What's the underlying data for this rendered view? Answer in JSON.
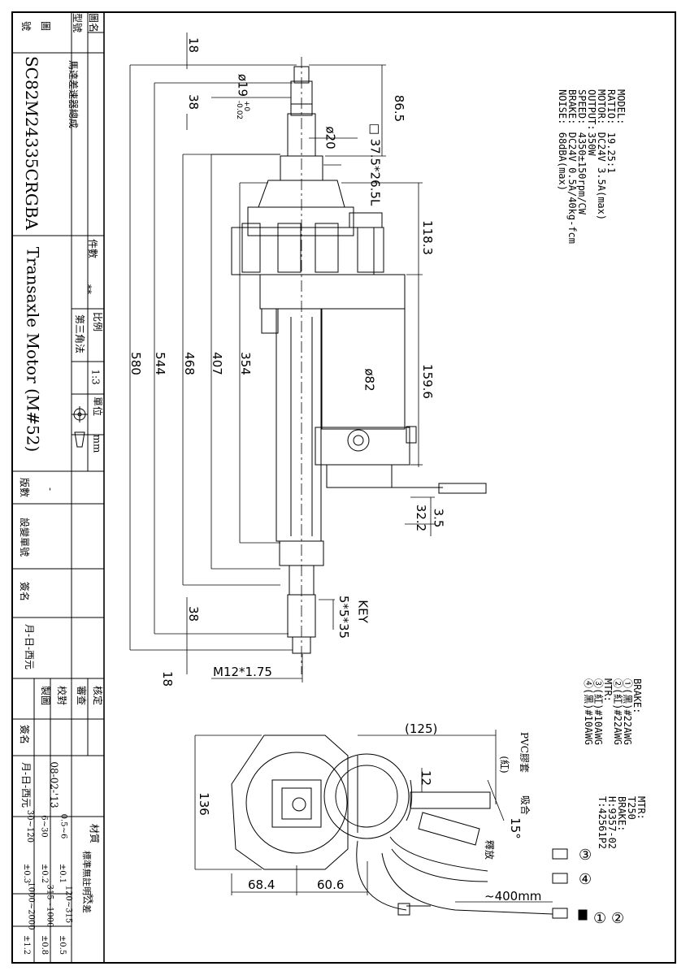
{
  "title_block": {
    "name_label": "圖名",
    "name_value": "馬達差速器總成",
    "model_label": "型號",
    "drawing_label": "圖",
    "number_label": "號",
    "drawing_no": "SC82M24335CRGBA",
    "subtitle": "Transaxle Motor (M#52)",
    "qty_label": "件數",
    "qty_value": "**",
    "scale_label": "比例",
    "scale_value": "1:3",
    "projection_label": "第三角法",
    "unit_label": "單位",
    "unit_value": "mm",
    "rev_headers": [
      "版數",
      "設變單號",
      "簽名",
      "月-日-西元"
    ],
    "rev_dash": "-",
    "approve_label": "核定",
    "review_label": "審查",
    "check_label": "校對",
    "draw_label": "製圖",
    "sign_label": "簽名",
    "date_label": "月-日-西元",
    "date_value": "08-02-'13",
    "material_label": "材質",
    "material_value": "**",
    "tolerance_title": "標準無註明公差",
    "tolerance": [
      "0.5~6",
      "±0.1",
      "120~315",
      "±0.5",
      "6~30",
      "±0.2",
      "315~1000",
      "±0.8",
      "30~120",
      "±0.3",
      "1000~2000",
      "±1.2"
    ]
  },
  "specs": {
    "labels": [
      "MODEL:",
      "RATIO:",
      "MOTOR:",
      "OUTPUT:",
      "SPEED:",
      "BRAKE:",
      "NOISE:"
    ],
    "values": [
      "",
      "19.25:1",
      "DC24V 3.5A(max)",
      "350W",
      "4350±150rpm/CW",
      "DC24V 0.5A/40kg-fcm",
      "68dBA(max)"
    ]
  },
  "wiring": {
    "lines": [
      "BRAKE:",
      "①(黑)#22AWG",
      "②(紅)#22AWG",
      "MTR:",
      "③(紅)#10AWG",
      "④(黑)#10AWG"
    ],
    "mtr_lines": [
      "MTR:",
      "T250",
      "BRAKE:",
      "H:9357-02",
      "T:42561P2"
    ]
  },
  "dimensions": {
    "d18_top": "18",
    "d38_top": "38",
    "d86_5": "86.5",
    "d19_base": "ø19",
    "d19_tol_up": "+0",
    "d19_tol_dn": "-0.02",
    "d20": "ø20",
    "square": "□ 37.5*26.5L",
    "d118_3": "118.3",
    "d580": "580",
    "d544": "544",
    "d468": "468",
    "d407": "407",
    "d354": "354",
    "d82": "ø82",
    "d159_6": "159.6",
    "d3_5": "3.5",
    "d32_2": "32.2",
    "key": "KEY",
    "key_size": "5*5*35",
    "d38_bot": "38",
    "d18_bot": "18",
    "m12": "M12*1.75",
    "d125": "(125)",
    "d12": "12",
    "d136": "136",
    "d68_4": "68.4",
    "d60_6": "60.6",
    "wire_len": "~400mm",
    "angle": "15°"
  },
  "annotations": {
    "pvc": "PVC膠套",
    "pvc_color": "(紅)",
    "engage": "吸合",
    "release": "釋放",
    "c3": "③",
    "c4": "④",
    "c1": "①",
    "c2": "②"
  }
}
